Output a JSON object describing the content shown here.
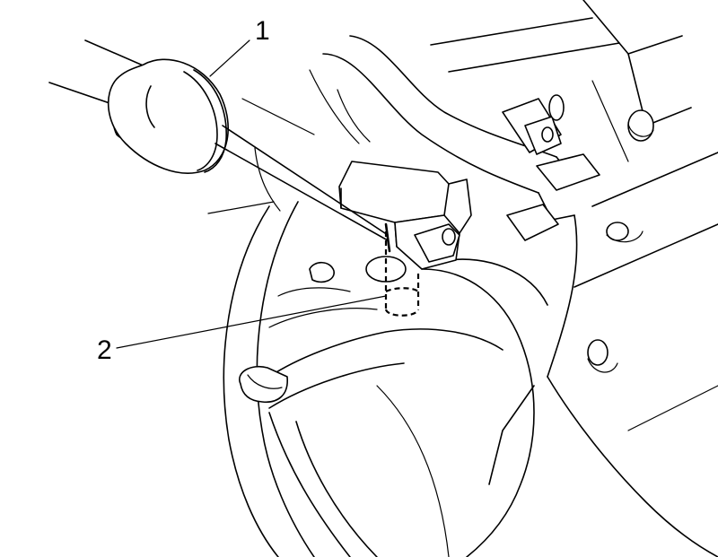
{
  "callouts": [
    {
      "label": "1",
      "ref": "tool"
    },
    {
      "label": "2",
      "ref": "component"
    }
  ]
}
